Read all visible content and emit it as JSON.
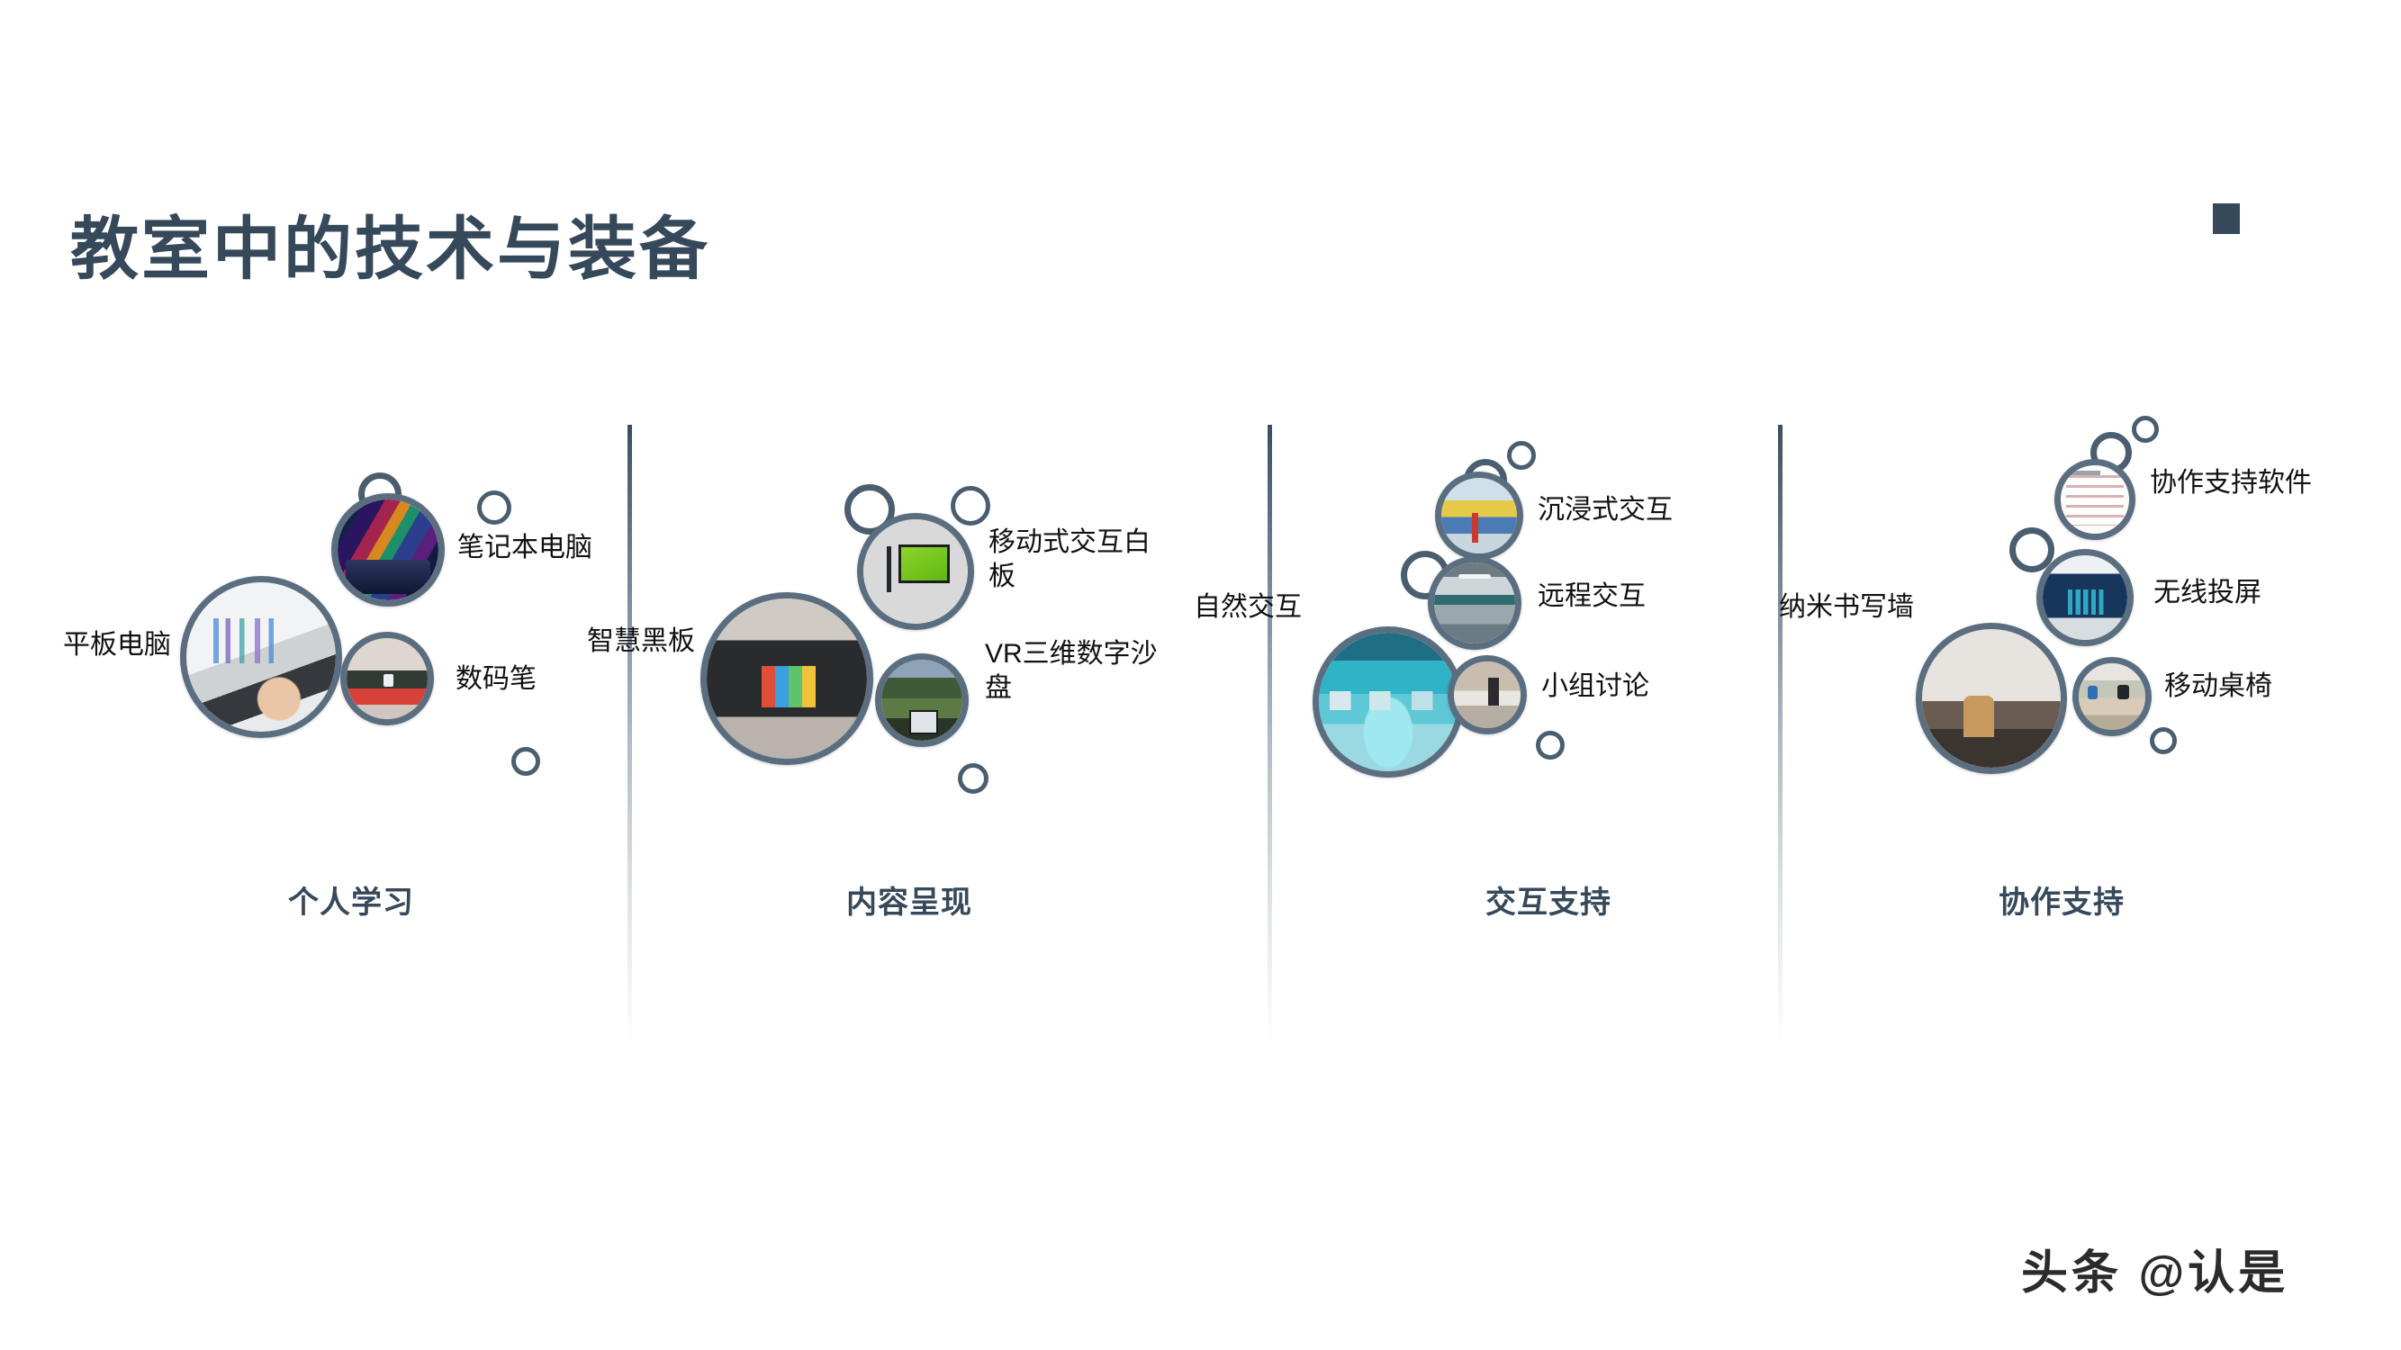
{
  "slide": {
    "title": "教室中的技术与装备",
    "title_color": "#36495A",
    "marker_color": "#36495A",
    "background_color": "#FFFFFF",
    "ring_color": "#4A5E70",
    "bubble_border_color": "#5A6E80"
  },
  "watermark": {
    "text": "头条 @认是"
  },
  "columns": [
    {
      "caption": "个人学习",
      "items": [
        {
          "label": "平板电脑",
          "side": "left",
          "image": "tablet-photo"
        },
        {
          "label": "笔记本电脑",
          "side": "right",
          "image": "laptop-photo"
        },
        {
          "label": "数码笔",
          "side": "right",
          "image": "digital-pen-photo"
        }
      ]
    },
    {
      "caption": "内容呈现",
      "items": [
        {
          "label": "智慧黑板",
          "side": "left",
          "image": "smart-blackboard-photo"
        },
        {
          "label": "移动式交互白板",
          "side": "right",
          "image": "mobile-interactive-whiteboard-photo"
        },
        {
          "label": "VR三维数字沙盘",
          "side": "right",
          "image": "vr-sandtable-photo"
        }
      ]
    },
    {
      "caption": "交互支持",
      "items": [
        {
          "label": "自然交互",
          "side": "left",
          "image": "natural-interaction-photo"
        },
        {
          "label": "沉浸式交互",
          "side": "right",
          "image": "immersive-interaction-photo"
        },
        {
          "label": "远程交互",
          "side": "right",
          "image": "remote-interaction-photo"
        },
        {
          "label": "小组讨论",
          "side": "right",
          "image": "group-discussion-photo"
        }
      ]
    },
    {
      "caption": "协作支持",
      "items": [
        {
          "label": "纳米书写墙",
          "side": "left",
          "image": "nano-writing-wall-photo"
        },
        {
          "label": "协作支持软件",
          "side": "right",
          "image": "collaboration-software-photo"
        },
        {
          "label": "无线投屏",
          "side": "right",
          "image": "wireless-screencast-photo"
        },
        {
          "label": "移动桌椅",
          "side": "right",
          "image": "mobile-desks-photo"
        }
      ]
    }
  ]
}
